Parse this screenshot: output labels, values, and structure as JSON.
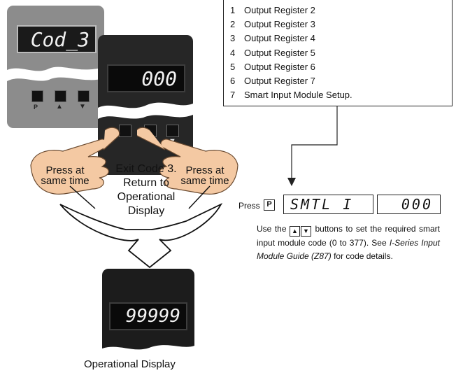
{
  "register_list": [
    {
      "num": "1",
      "label": "Output Register 2"
    },
    {
      "num": "2",
      "label": "Output Register 3"
    },
    {
      "num": "3",
      "label": "Output Register 4"
    },
    {
      "num": "4",
      "label": "Output Register 5"
    },
    {
      "num": "5",
      "label": "Output Register 6"
    },
    {
      "num": "6",
      "label": "Output Register 7"
    },
    {
      "num": "7",
      "label": "Smart Input Module Setup."
    }
  ],
  "step": {
    "press_label": "Press",
    "key_label": "P",
    "left_display": "SMTL I",
    "right_display": "000"
  },
  "description": {
    "line_intro": "Use the",
    "line_after_buttons": "buttons to set the required smart input module code (0 to 377). See",
    "guide_ref": "I-Series Input Module Guide (Z87)",
    "line_end": "for code details."
  },
  "meters": {
    "back_display": "Cod_3",
    "front_display": "000",
    "bottom_display": "99999",
    "button_labels": [
      "P",
      "▲",
      "▼"
    ]
  },
  "hands": {
    "left_text": "Press at same time",
    "right_text": "Press at same time"
  },
  "exit_text": "Exit Code 3. Return to Operational Display",
  "caption": "Operational Display"
}
